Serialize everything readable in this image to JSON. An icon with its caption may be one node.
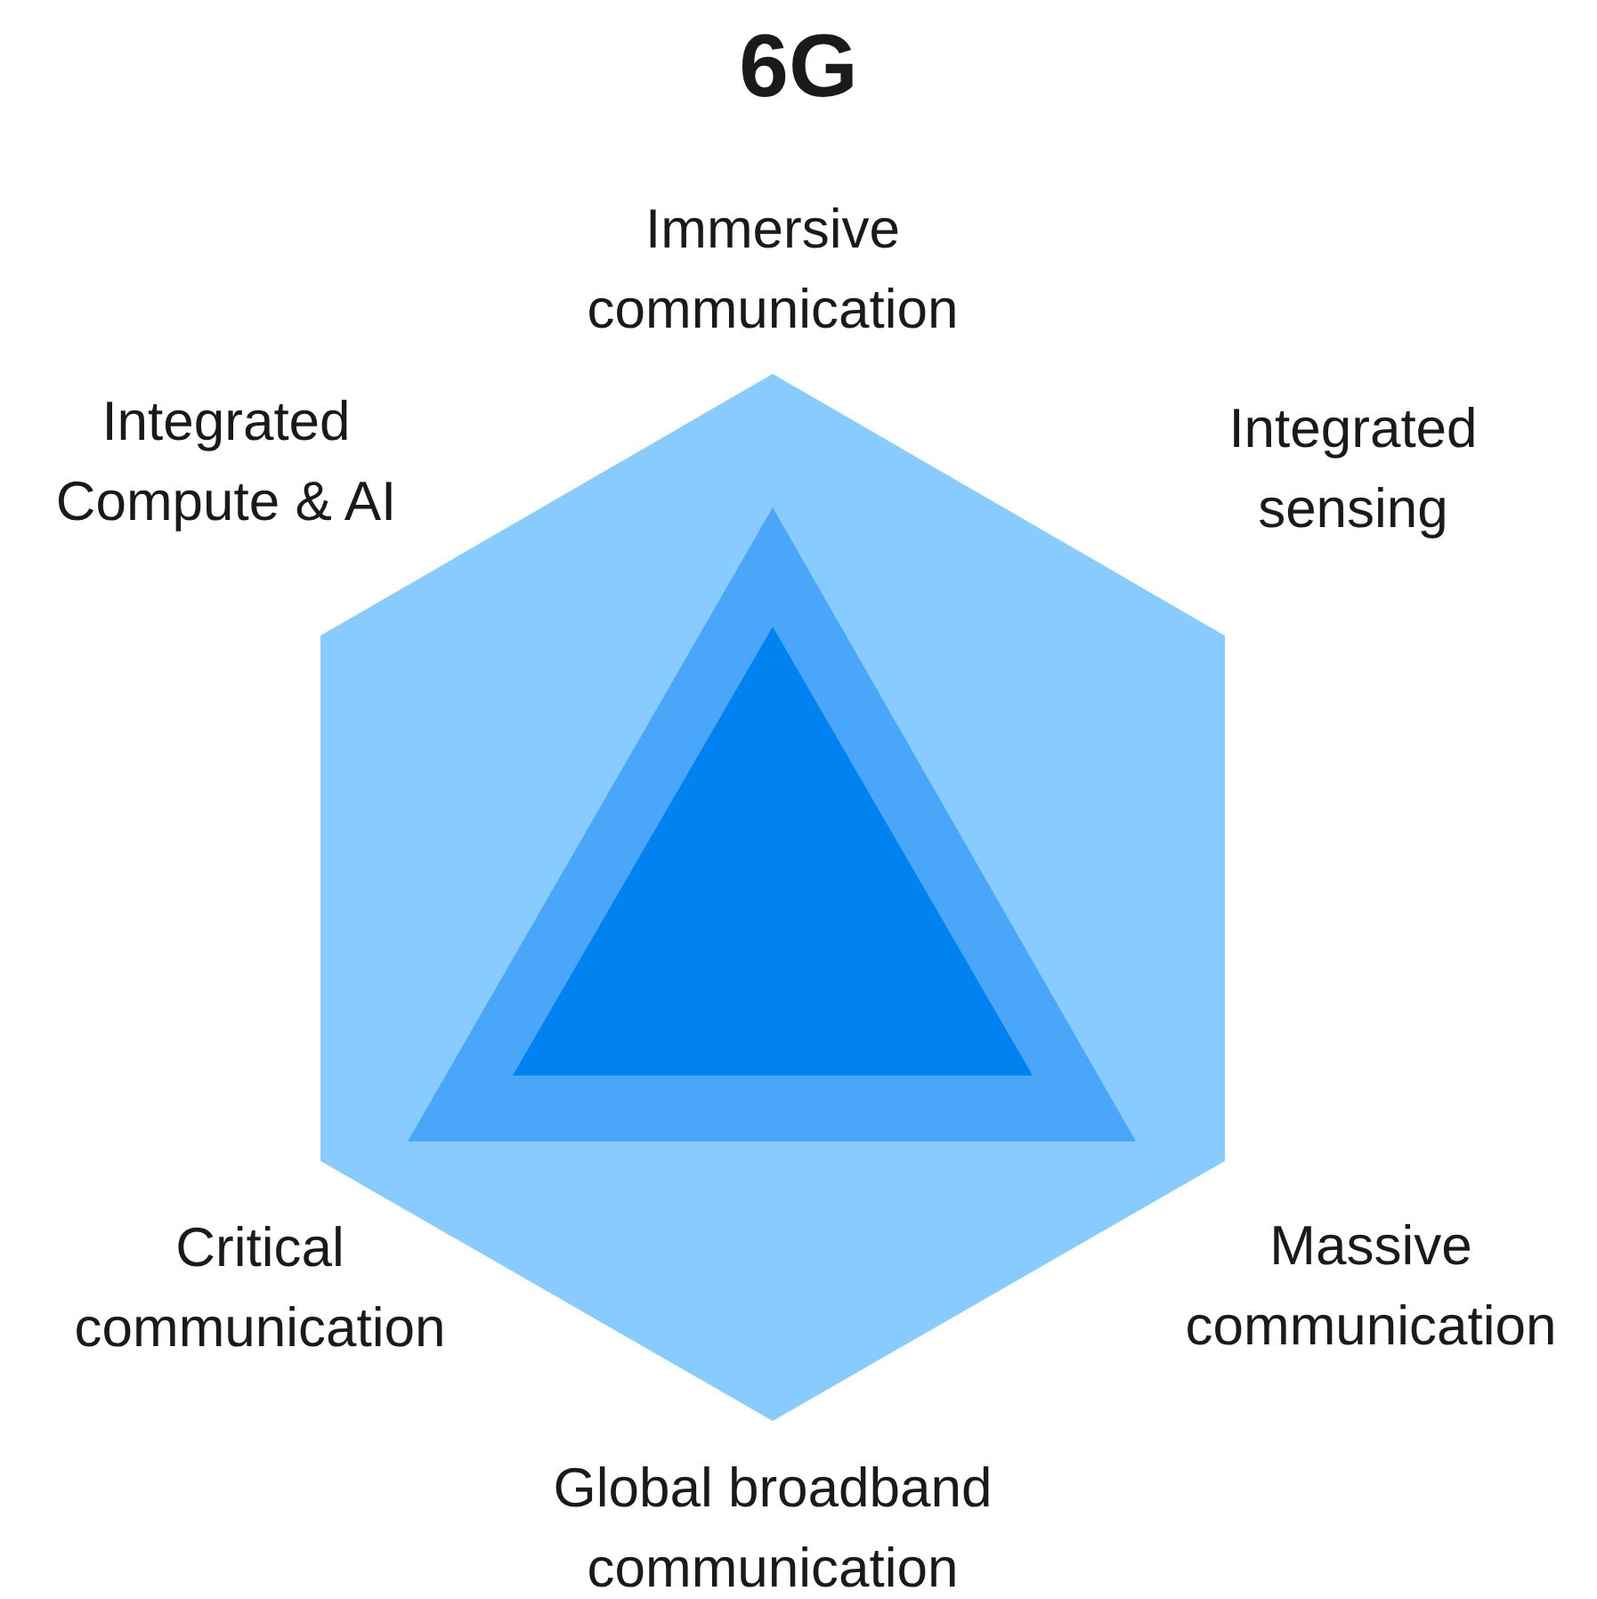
{
  "diagram": {
    "title": "6G",
    "labels": [
      "Immersive communication",
      "Integrated Compute & AI",
      "Integrated sensing",
      "Critical communication",
      "Massive communication",
      "Global broadband communication"
    ]
  }
}
